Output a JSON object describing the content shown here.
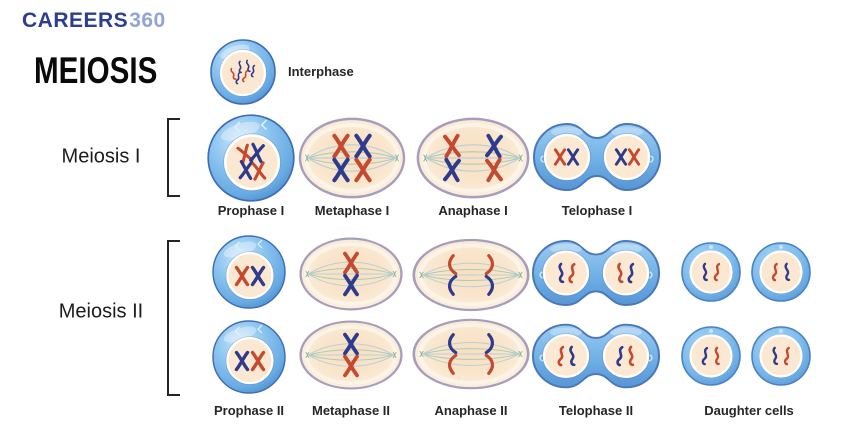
{
  "logo": {
    "brand": "CAREERS",
    "suffix": "360"
  },
  "title": "MEIOSIS",
  "interphase": {
    "label": "Interphase"
  },
  "meiosis1": {
    "label": "Meiosis I",
    "stages": [
      "Prophase I",
      "Metaphase I",
      "Anaphase I",
      "Telophase I"
    ]
  },
  "meiosis2": {
    "label": "Meiosis II",
    "stages": [
      "Prophase II",
      "Metaphase II",
      "Anaphase II",
      "Telophase II",
      "Daughter cells"
    ]
  },
  "colors": {
    "chromosome_red": "#c5492f",
    "chromosome_navy": "#2e3a8c",
    "cell_blue": "#74b2e8",
    "cell_blue_stroke": "#3f6db5",
    "nucleus_cream": "#fbe8d2",
    "oval_border": "#a79dbd",
    "spindle_green": "#a7c9b0",
    "spindle_blue": "#b4cbda",
    "logo_blue": "#2b3e92",
    "logo_light_blue": "#93a3d6"
  }
}
